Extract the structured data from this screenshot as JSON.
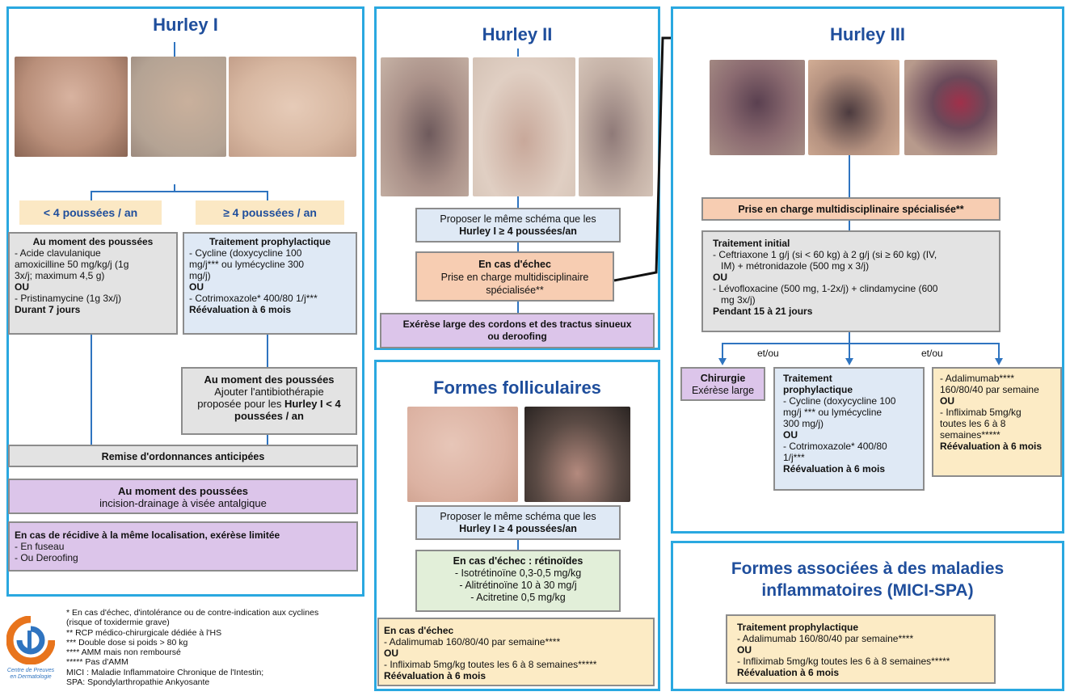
{
  "hurley1": {
    "title": "Hurley I",
    "tag_lt4": "< 4 poussées / an",
    "tag_ge4": "≥ 4 poussées / an",
    "box_flare": {
      "heading": "Au moment des poussées",
      "l1": "- Acide clavulanique",
      "l2": "amoxicilline 50 mg/kg/j (1g",
      "l3": "3x/j; maximum 4,5 g)",
      "ou": "OU",
      "l4": "- Pristinamycine (1g 3x/j)",
      "duration": "Durant 7 jours"
    },
    "box_prophy": {
      "heading": "Traitement prophylactique",
      "l1": "- Cycline (doxycycline 100",
      "l2": "mg/j*** ou lymécycline 300",
      "l3": "mg/j)",
      "ou": "OU",
      "l4": "- Cotrimoxazole* 400/80 1/j***",
      "reeval": "Réévaluation à 6 mois"
    },
    "box_flare2": {
      "heading": "Au moment des poussées",
      "l1": "Ajouter l'antibiothérapie",
      "l2a": "proposée pour les ",
      "l2b": "Hurley I < 4",
      "l3": "poussées / an"
    },
    "remise": "Remise d'ordonnances anticipées",
    "incision": {
      "heading": "Au moment des poussées",
      "text": "incision-drainage à visée antalgique"
    },
    "recidive": {
      "heading": "En cas de récidive à la même localisation, exérèse limitée",
      "l1": "- En fuseau",
      "l2": "- Ou Deroofing"
    }
  },
  "hurley2": {
    "title": "Hurley II",
    "box_same": {
      "l1": "Proposer le même schéma que les",
      "l2": "Hurley I ≥ 4 poussées/an"
    },
    "box_echec": {
      "heading": "En cas d'échec",
      "l1": "Prise en charge multidisciplinaire",
      "l2": "spécialisée**"
    },
    "box_exerese": {
      "l1": "Exérèse large des cordons et des tractus sinueux",
      "l2": "ou deroofing"
    }
  },
  "hurley3": {
    "title": "Hurley III",
    "pec": "Prise en charge multidisciplinaire spécialisée**",
    "initial": {
      "heading": "Traitement initial",
      "l1": "- Ceftriaxone 1 g/j (si < 60 kg) à 2 g/j (si ≥ 60 kg) (IV,",
      "l2": "IM) + métronidazole (500 mg x 3/j)",
      "ou": "OU",
      "l3": "- Lévofloxacine (500 mg, 1-2x/j) + clindamycine (600",
      "l4": "mg 3x/j)",
      "duration": "Pendant 15 à 21 jours"
    },
    "etou1": "et/ou",
    "etou2": "et/ou",
    "chirurgie": {
      "heading": "Chirurgie",
      "text": "Exérèse large"
    },
    "prophy": {
      "h1": "Traitement",
      "h2": "prophylactique",
      "l1": "- Cycline (doxycycline 100",
      "l2": "mg/j *** ou lymécycline",
      "l3": "300 mg/j)",
      "ou": "OU",
      "l4": "- Cotrimoxazole* 400/80",
      "l5": "1/j***",
      "reeval": "Réévaluation à 6 mois"
    },
    "biologic": {
      "l1": "- Adalimumab****",
      "l2": "160/80/40 par semaine",
      "ou": "OU",
      "l3": "- Infliximab 5mg/kg",
      "l4": "toutes les 6 à 8",
      "l5": "semaines*****",
      "reeval": "Réévaluation à 6 mois"
    }
  },
  "folliculaires": {
    "title": "Formes folliculaires",
    "box_same": {
      "l1": "Proposer le même schéma que les",
      "l2": "Hurley I ≥ 4 poussées/an"
    },
    "retinoides": {
      "heading": "En cas d'échec : rétinoïdes",
      "l1": "- Isotrétinoïne 0,3-0,5 mg/kg",
      "l2": "- Alitrétinoïne  10 à 30 mg/j",
      "l3": "- Acitretine 0,5 mg/kg"
    },
    "echec": {
      "heading": "En cas d'échec",
      "l1": "- Adalimumab 160/80/40 par semaine****",
      "ou": "OU",
      "l2": "- Infliximab 5mg/kg toutes les 6 à 8 semaines*****",
      "reeval": "Réévaluation à 6 mois"
    }
  },
  "mici": {
    "title_l1": "Formes associées à des maladies",
    "title_l2": "inflammatoires (MICI-SPA)",
    "box": {
      "heading": "Traitement prophylactique",
      "l1": "- Adalimumab 160/80/40 par semaine****",
      "ou": "OU",
      "l2": "- Infliximab 5mg/kg toutes les 6 à 8 semaines*****",
      "reeval": "Réévaluation à 6 mois"
    }
  },
  "footnotes": [
    "* En cas d'échec, d'intolérance ou de contre-indication aux cyclines",
    "(risque of toxidermie grave)",
    "** RCP médico-chirurgicale dédiée à l'HS",
    "*** Double dose si poids > 80 kg",
    "**** AMM mais non remboursé",
    "***** Pas d'AMM",
    "MICI : Maladie Inflammatoire Chronique de l'Intestin;",
    "SPA: Spondylarthropathie Ankyosante"
  ],
  "logo": {
    "l1": "Centre de Preuves",
    "l2": "en Dermatologie"
  },
  "colors": {
    "panel_border": "#2aa8e0",
    "title": "#1f4e9c",
    "connector": "#2f74c0",
    "orange": "#e8741c"
  }
}
